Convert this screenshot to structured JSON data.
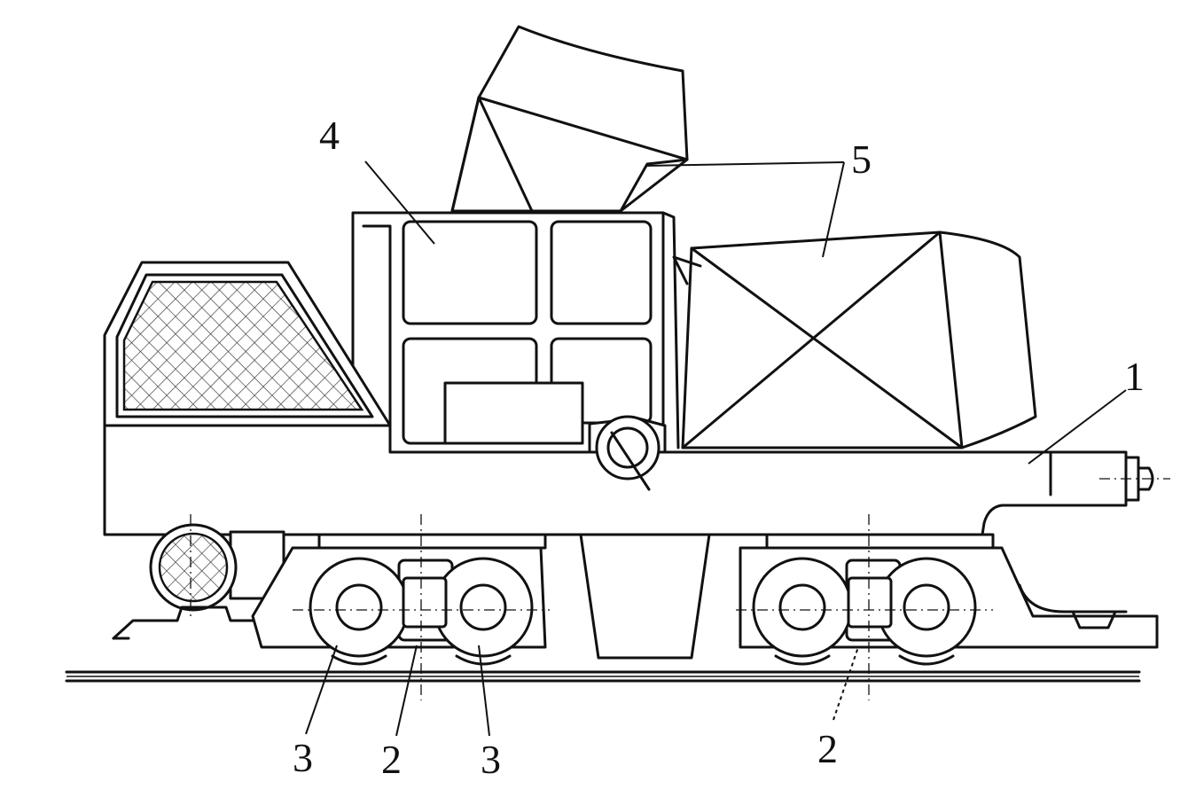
{
  "labels": {
    "frame": "1",
    "axlebox": "2",
    "wheel": "3",
    "body": "4",
    "cargo": "5"
  }
}
